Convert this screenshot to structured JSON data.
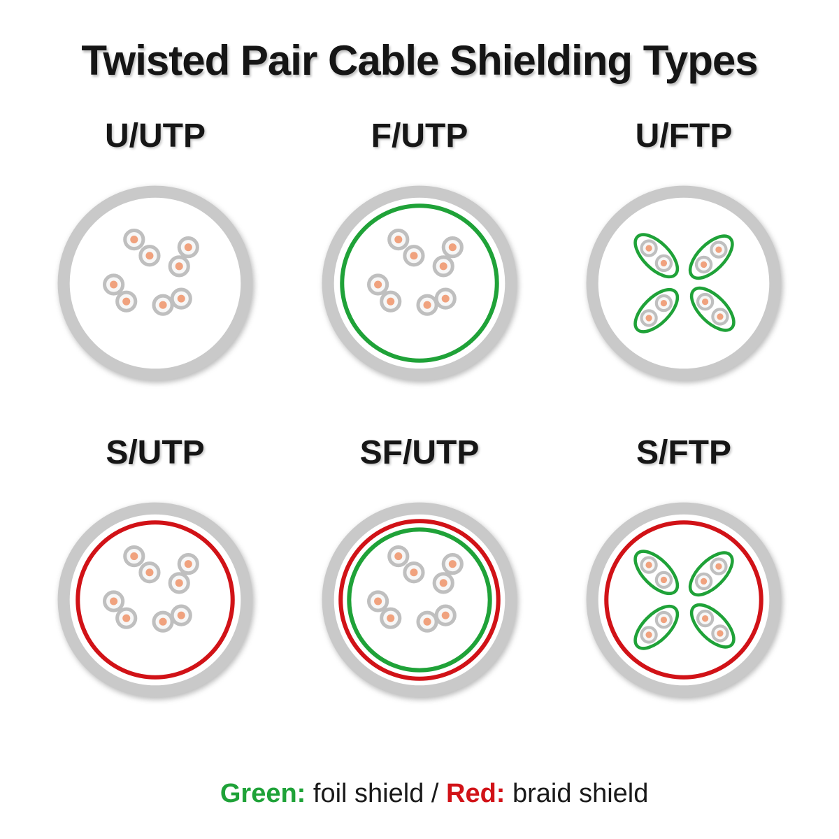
{
  "title": "Twisted Pair Cable Shielding Types",
  "diagrams": [
    {
      "label": "U/UTP",
      "overall_shields": [],
      "pair_shield": "none"
    },
    {
      "label": "F/UTP",
      "overall_shields": [
        "foil"
      ],
      "pair_shield": "none"
    },
    {
      "label": "U/FTP",
      "overall_shields": [],
      "pair_shield": "foil"
    },
    {
      "label": "S/UTP",
      "overall_shields": [
        "braid"
      ],
      "pair_shield": "none"
    },
    {
      "label": "SF/UTP",
      "overall_shields": [
        "braid",
        "foil"
      ],
      "pair_shield": "none"
    },
    {
      "label": "S/FTP",
      "overall_shields": [
        "braid"
      ],
      "pair_shield": "foil"
    }
  ],
  "legend": {
    "green_label": "Green:",
    "green_text": " foil shield / ",
    "red_label": "Red:",
    "red_text": " braid shield"
  },
  "colors": {
    "jacket_gray": "#c9c9c9",
    "foil_green": "#1fa238",
    "braid_red": "#d11217",
    "wire_ring": "#bfbfbf",
    "wire_fill": "#f7f7f7",
    "conductor_orange": "#f0a27e",
    "title_color": "#151515"
  }
}
